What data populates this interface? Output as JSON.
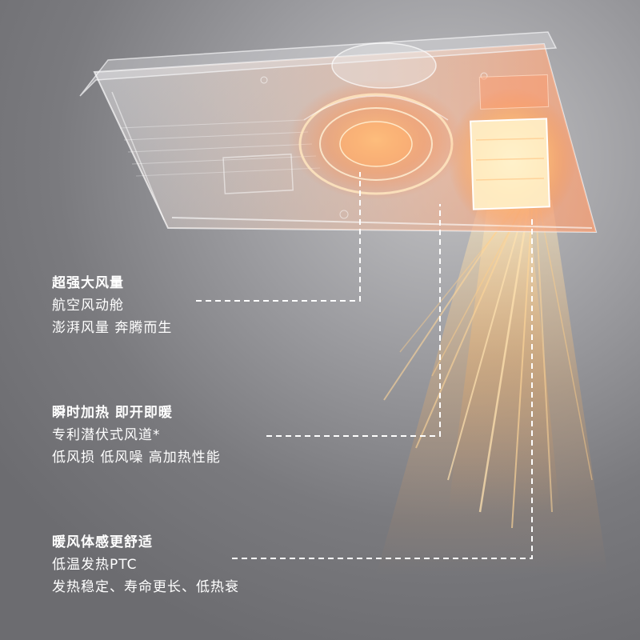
{
  "features": [
    {
      "title": "超强大风量",
      "lines": [
        "航空风动舱",
        "澎湃风量 奔腾而生"
      ]
    },
    {
      "title": "瞬时加热 即开即暖",
      "lines": [
        "专利潜伏式风道*",
        "低风损 低风噪 高加热性能"
      ]
    },
    {
      "title": "暖风体感更舒适",
      "lines": [
        "低温发热PTC",
        "发热稳定、寿命更长、低热衰"
      ]
    }
  ],
  "colors": {
    "text": "#ffffff",
    "leader_line": "#ffffff",
    "glow": "#ffb347",
    "heater_core": "#fff1c9"
  }
}
